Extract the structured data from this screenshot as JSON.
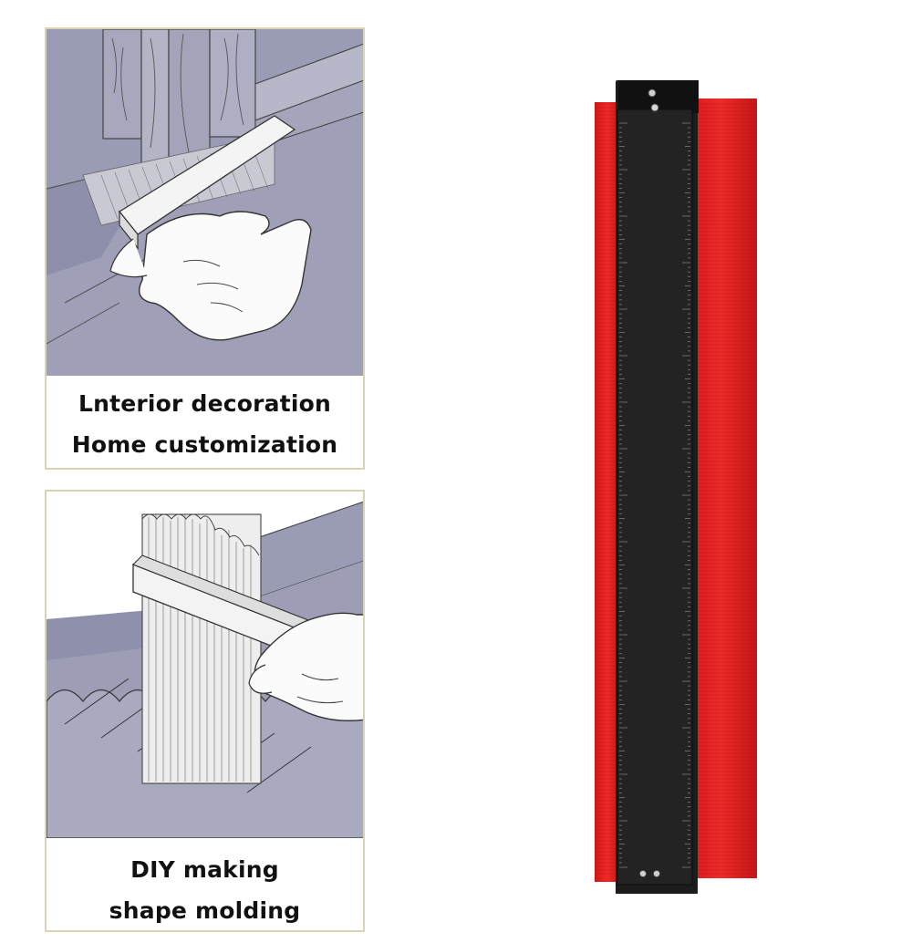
{
  "panels": [
    {
      "caption_line1": "Lnterior decoration",
      "caption_line2": "Home customization",
      "illustration": "hand-measuring-door-frame-with-contour-gauge"
    },
    {
      "caption_line1": "DIY making",
      "caption_line2": "shape molding",
      "illustration": "hand-pressing-contour-gauge-on-molding"
    }
  ],
  "product": {
    "name_icon": "contour-gauge-photo",
    "colors": {
      "pins": "#e32222",
      "pins_dark": "#b51515",
      "ruler": "#1b1b1b",
      "illustration_bg": "#9a9bb4",
      "panel_border": "#d8d3b4"
    }
  }
}
